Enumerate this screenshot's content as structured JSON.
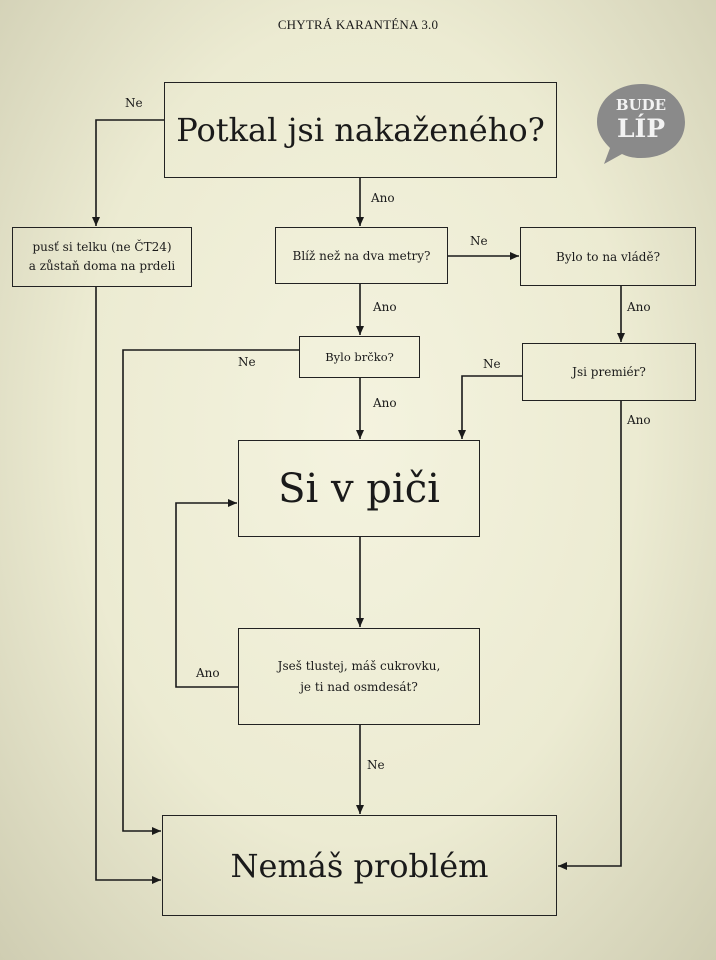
{
  "title": "CHYTRÁ KARANTÉNA 3.0",
  "logo": {
    "line1": "BUDE",
    "line2": "LÍP",
    "color": "#8a8a8a"
  },
  "nodes": {
    "start": "Potkal jsi nakaženého?",
    "tv_line1": "pusť si telku (ne ČT24)",
    "tv_line2": "a zůstaň doma na prdeli",
    "near": "Blíž než na dva metry?",
    "gov": "Bylo to na vládě?",
    "brcko": "Bylo brčko?",
    "pm": "Jsi premiér?",
    "dead": "Si v piči",
    "risk_line1": "Jseš tlustej, máš cukrovku,",
    "risk_line2": "je ti nad osmdesát?",
    "ok": "Nemáš problém"
  },
  "edges": {
    "start_no": "Ne",
    "start_yes": "Ano",
    "near_no": "Ne",
    "near_yes": "Ano",
    "gov_yes": "Ano",
    "brcko_no": "Ne",
    "brcko_yes": "Ano",
    "pm_no": "Ne",
    "pm_yes": "Ano",
    "risk_yes": "Ano",
    "risk_no": "Ne"
  }
}
